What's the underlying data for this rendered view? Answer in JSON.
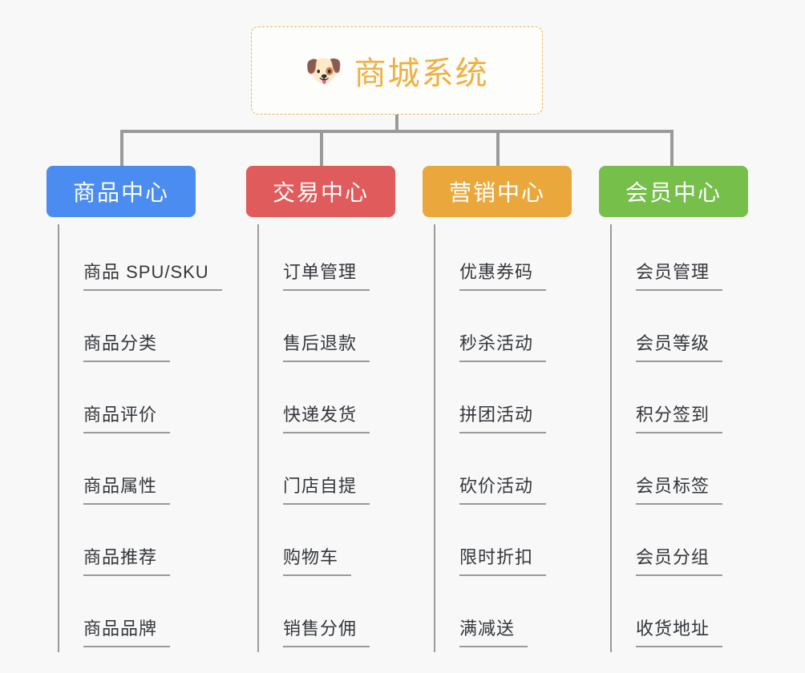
{
  "root": {
    "icon": "dog-face-emoji",
    "emoji": "🐶",
    "title": "商城系统",
    "border_color": "#e8b860",
    "text_color": "#f0b040"
  },
  "connector_color": "#9a9a9a",
  "background_color": "#f8f8f8",
  "branches": [
    {
      "id": "product-center",
      "label": "商品中心",
      "color": "#4a8cf0",
      "items": [
        "商品 SPU/SKU",
        "商品分类",
        "商品评价",
        "商品属性",
        "商品推荐",
        "商品品牌"
      ]
    },
    {
      "id": "trade-center",
      "label": "交易中心",
      "color": "#e05c5c",
      "items": [
        "订单管理",
        "售后退款",
        "快递发货",
        "门店自提",
        "购物车",
        "销售分佣"
      ]
    },
    {
      "id": "marketing-center",
      "label": "营销中心",
      "color": "#eaa83c",
      "items": [
        "优惠券码",
        "秒杀活动",
        "拼团活动",
        "砍价活动",
        "限时折扣",
        "满减送"
      ]
    },
    {
      "id": "member-center",
      "label": "会员中心",
      "color": "#76bf4a",
      "items": [
        "会员管理",
        "会员等级",
        "积分签到",
        "会员标签",
        "会员分组",
        "收货地址"
      ]
    }
  ]
}
